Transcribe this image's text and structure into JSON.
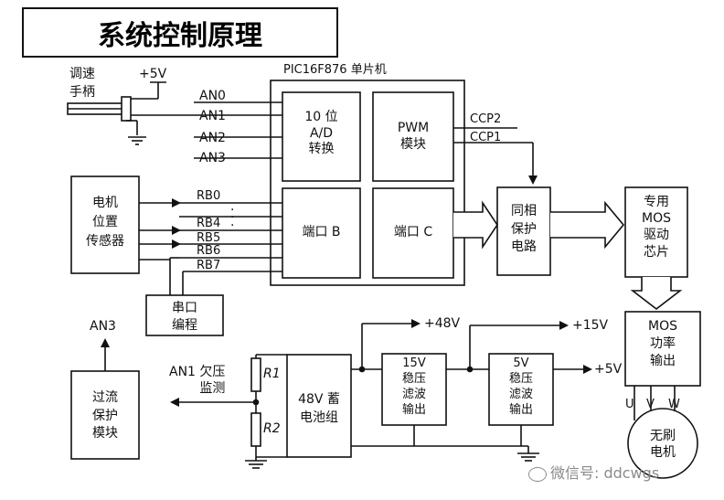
{
  "title": "系统控制原理",
  "labels": {
    "speed_handle": "调速\n手柄",
    "plus5v_top": "+5V",
    "mcu": "PIC16F876 单片机",
    "an0": "AN0",
    "an1": "AN1",
    "an2": "AN2",
    "an3": "AN3",
    "adc": "10 位\nA/D\n转换",
    "pwm": "PWM\n模块",
    "ccp2": "CCP2",
    "ccp1": "CCP1",
    "motor_sensor": "电机\n位置\n传感器",
    "rb0": "RB0",
    "rb4": "RB4",
    "rb5": "RB5",
    "rb6": "RB6",
    "rb7": "RB7",
    "port_b": "端口 B",
    "port_c": "端口 C",
    "sync_protect": "同相\n保护\n电路",
    "mos_driver": "专用\nMOS\n驱动\n芯片",
    "serial": "串口\n编程",
    "an3_out": "AN3",
    "overcurrent": "过流\n保护\n模块",
    "an1_under": "AN1 欠压\n监测",
    "r1": "R1",
    "r2": "R2",
    "battery": "48V 蓄\n电池组",
    "plus48v": "+48V",
    "reg15": "15V\n稳压\n滤波\n输出",
    "plus15v": "+15V",
    "reg5": "5V\n稳压\n滤波\n输出",
    "plus5v_out": "+5V",
    "mos_power": "MOS\n功率\n输出",
    "u": "U",
    "v": "V",
    "w": "W",
    "motor": "无刷\n电机",
    "watermark": "微信号: ddcwgs"
  },
  "colors": {
    "line": "#111111",
    "background": "#ffffff",
    "watermark": "#8a8a8a"
  }
}
